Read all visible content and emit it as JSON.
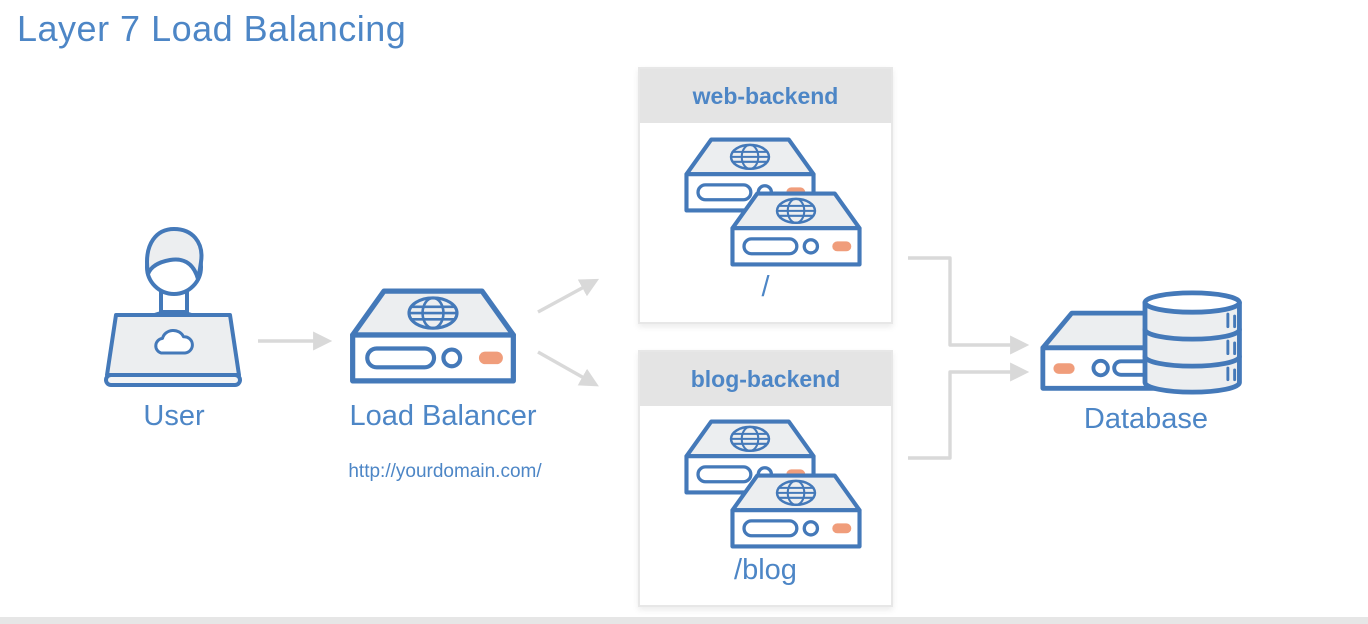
{
  "title": "Layer 7 Load Balancing",
  "nodes": {
    "user": {
      "label": "User"
    },
    "load_balancer": {
      "label": "Load Balancer",
      "url": "http://yourdomain.com/"
    },
    "backends": [
      {
        "name": "web-backend",
        "route": "/"
      },
      {
        "name": "blog-backend",
        "route": "/blog"
      }
    ],
    "database": {
      "label": "Database"
    }
  },
  "icons": {
    "user": "person-at-laptop-icon",
    "load_balancer": "server-globe-icon",
    "backend_servers": "server-globe-icon",
    "database": "server-with-db-cylinder-icon"
  },
  "colors": {
    "title_blue": "#4d86c6",
    "icon_stroke": "#4479b9",
    "accent_orange": "#f09d7b",
    "panel_gray": "#eceef0",
    "header_gray": "#e4e4e4",
    "arrow_gray": "#d9d9d9",
    "border_gray": "#e7e7e7",
    "footer_gray": "#e6e6e6"
  }
}
